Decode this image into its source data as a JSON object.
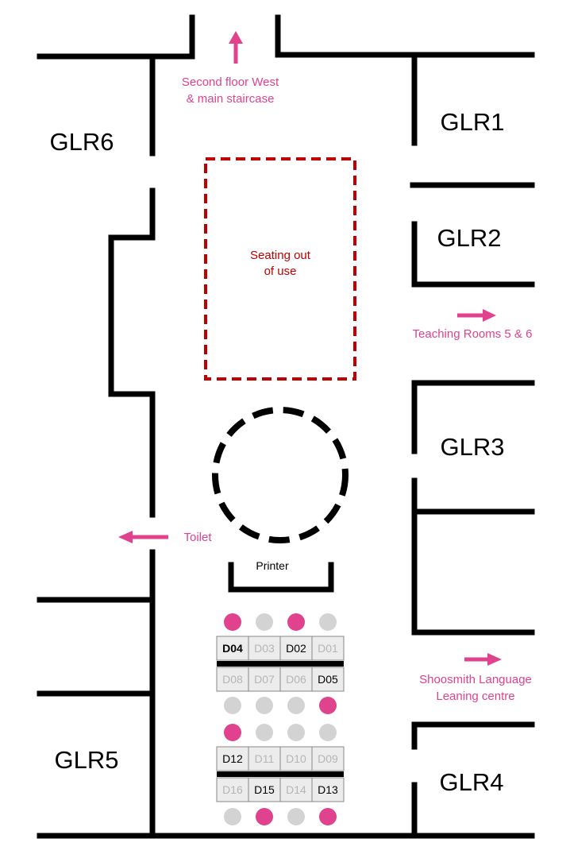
{
  "rooms": {
    "glr1": "GLR1",
    "glr2": "GLR2",
    "glr3": "GLR3",
    "glr4": "GLR4",
    "glr5": "GLR5",
    "glr6": "GLR6"
  },
  "directions": {
    "north_line1": "Second floor West",
    "north_line2": "& main staircase",
    "east_line1": "Teaching Rooms 5 & 6",
    "toilet": "Toilet",
    "shoosmith_line1": "Shoosmith Language",
    "shoosmith_line2": "Leaning centre"
  },
  "closed_area": {
    "line1": "Seating out",
    "line2": "of use"
  },
  "printer": "Printer",
  "colors": {
    "available": "#e0428e",
    "occupied": "#d3d3d3",
    "wall": "#000000",
    "closed": "#c00000"
  },
  "desks": {
    "top_group": {
      "upper_row": [
        {
          "id": "D04",
          "available": true,
          "bold": true
        },
        {
          "id": "D03",
          "available": false
        },
        {
          "id": "D02",
          "available": true
        },
        {
          "id": "D01",
          "available": false
        }
      ],
      "lower_row": [
        {
          "id": "D08",
          "available": false
        },
        {
          "id": "D07",
          "available": false
        },
        {
          "id": "D06",
          "available": false
        },
        {
          "id": "D05",
          "available": true
        }
      ]
    },
    "bottom_group": {
      "upper_row": [
        {
          "id": "D12",
          "available": true
        },
        {
          "id": "D11",
          "available": false
        },
        {
          "id": "D10",
          "available": false
        },
        {
          "id": "D09",
          "available": false
        }
      ],
      "lower_row": [
        {
          "id": "D16",
          "available": false
        },
        {
          "id": "D15",
          "available": true
        },
        {
          "id": "D14",
          "available": false
        },
        {
          "id": "D13",
          "available": true
        }
      ]
    }
  }
}
